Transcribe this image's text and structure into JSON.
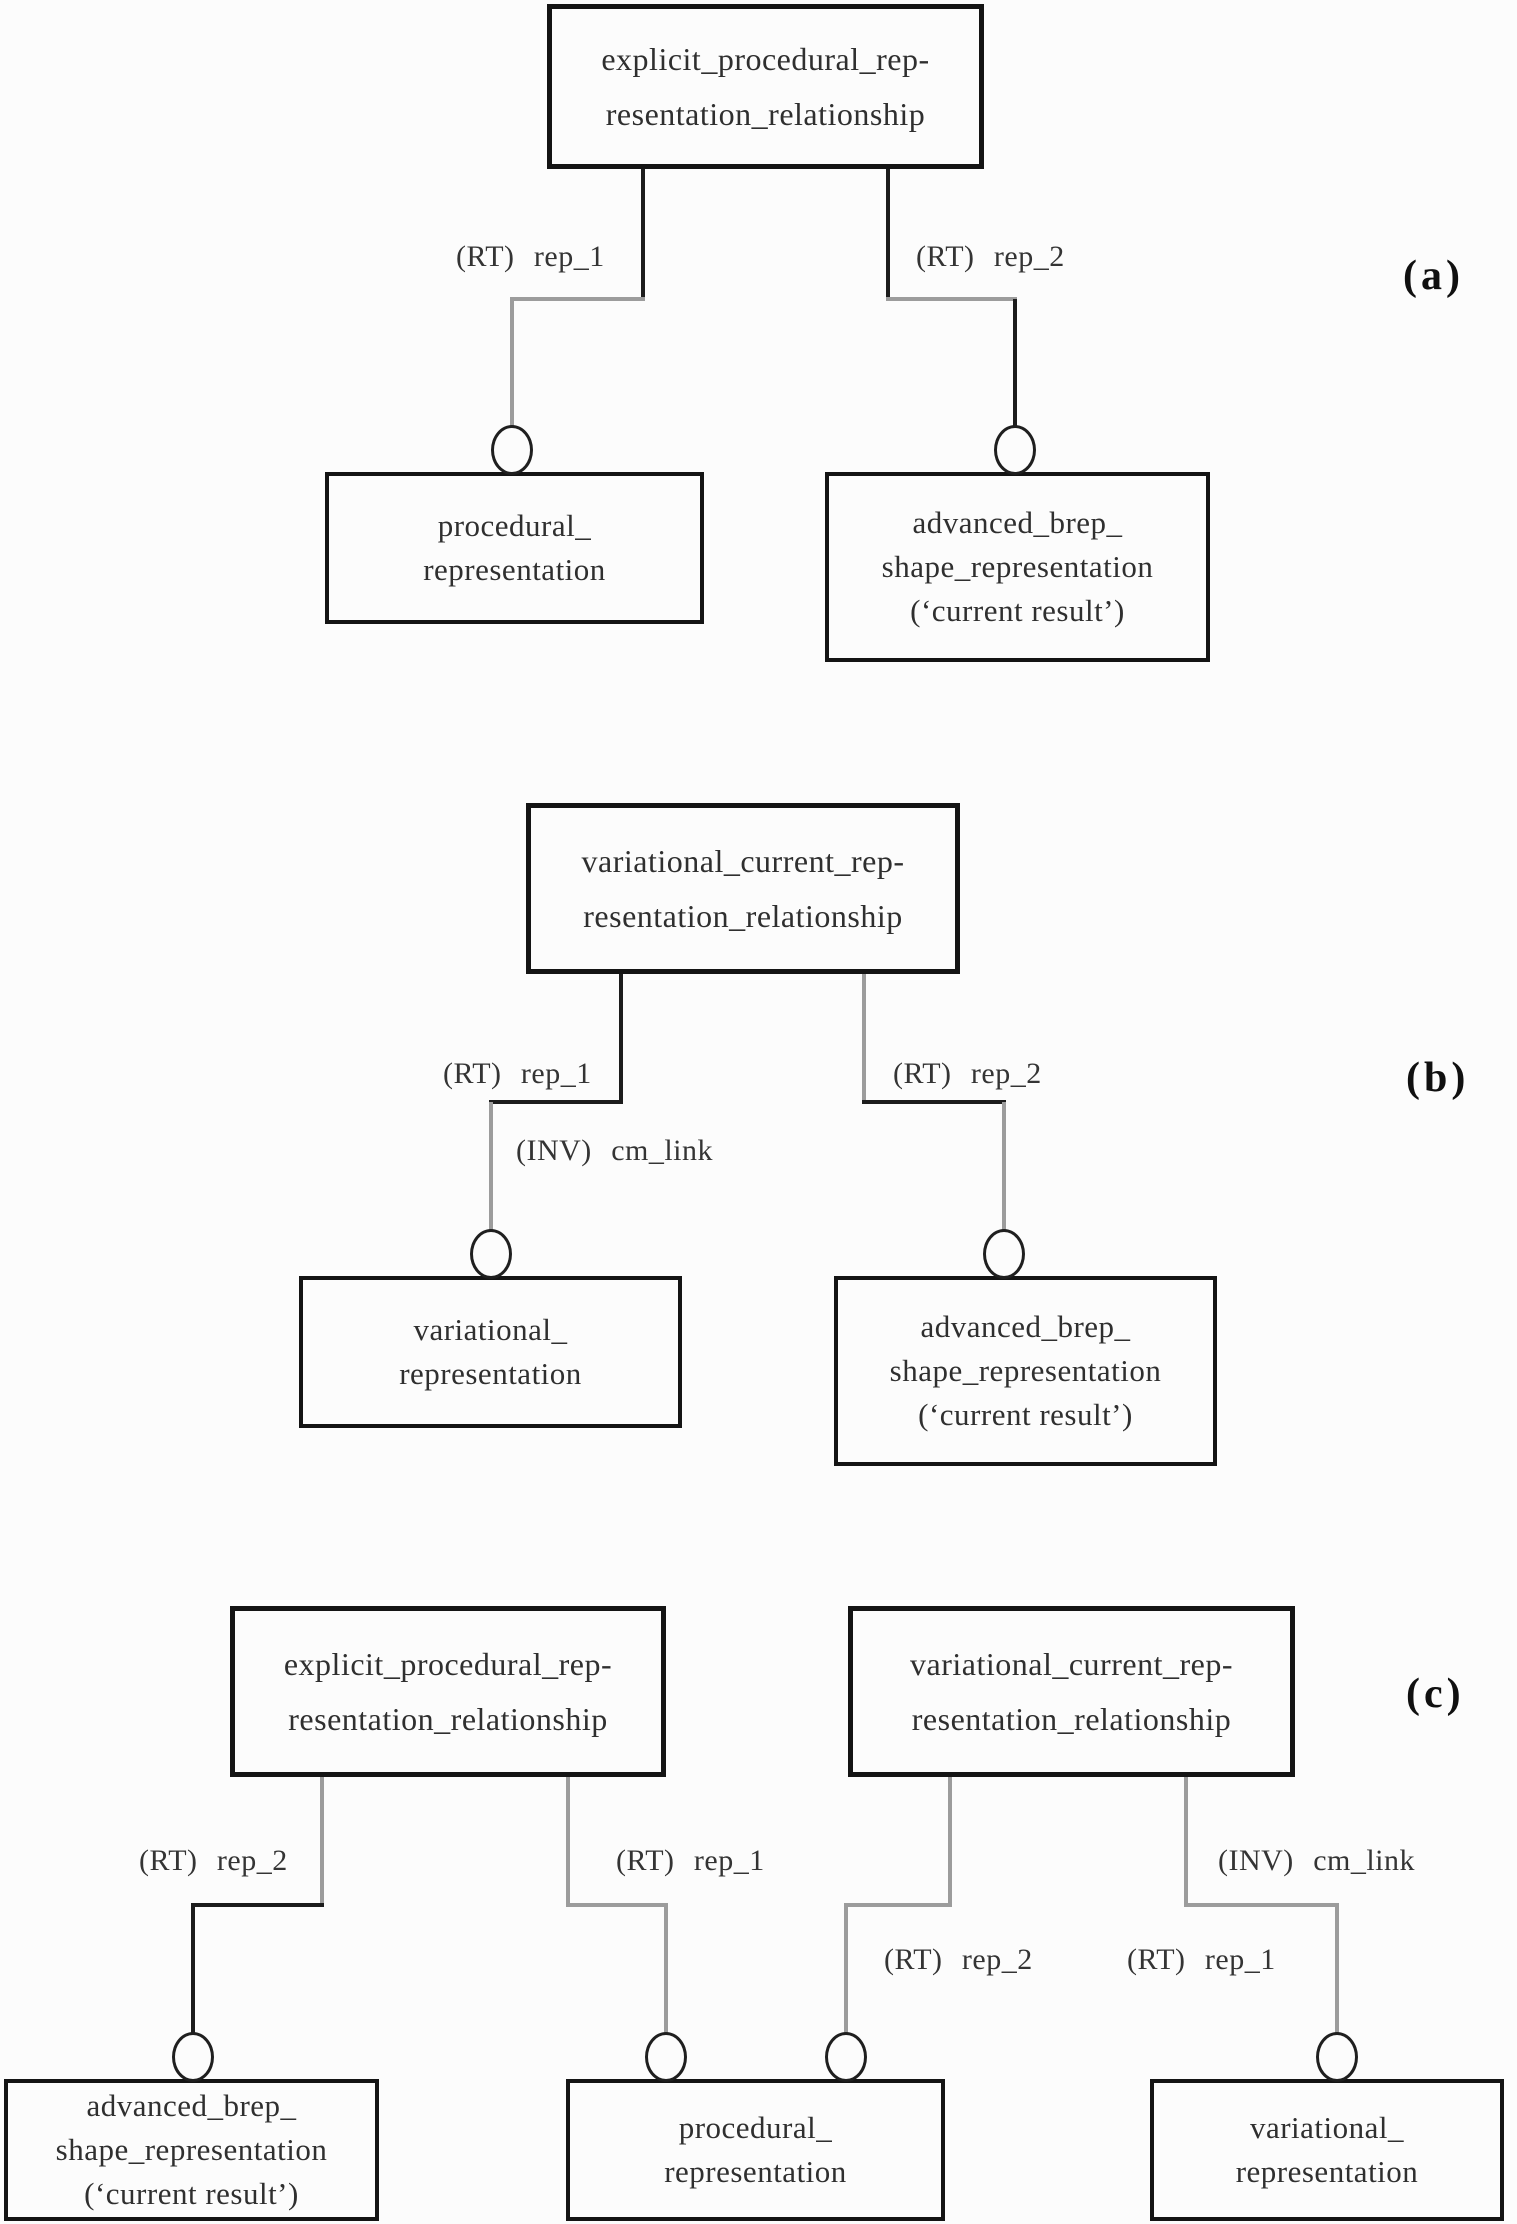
{
  "colors": {
    "line_black": "#1c1c1c",
    "line_gray": "#9c9c9c",
    "box_border": "#141414",
    "background": "#fcfcfc"
  },
  "panels": {
    "a": {
      "tag": "(a)",
      "boxes": {
        "relationship": {
          "lines": [
            "explicit_procedural_rep-",
            "resentation_relationship"
          ]
        },
        "left": {
          "lines": [
            "procedural_",
            "representation"
          ]
        },
        "right": {
          "lines": [
            "advanced_brep_",
            "shape_representation",
            "(‘current result’)"
          ]
        }
      },
      "edge_labels": {
        "rep1": "(RT) rep_1",
        "rep2": "(RT) rep_2"
      }
    },
    "b": {
      "tag": "(b)",
      "boxes": {
        "relationship": {
          "lines": [
            "variational_current_rep-",
            "resentation_relationship"
          ]
        },
        "left": {
          "lines": [
            "variational_",
            "representation"
          ]
        },
        "right": {
          "lines": [
            "advanced_brep_",
            "shape_representation",
            "(‘current result’)"
          ]
        }
      },
      "edge_labels": {
        "rep1": "(RT) rep_1",
        "inv": "(INV) cm_link",
        "rep2": "(RT) rep_2"
      }
    },
    "c": {
      "tag": "(c)",
      "boxes": {
        "explicit": {
          "lines": [
            "explicit_procedural_rep-",
            "resentation_relationship"
          ]
        },
        "variational": {
          "lines": [
            "variational_current_rep-",
            "resentation_relationship"
          ]
        },
        "advanced": {
          "lines": [
            "advanced_brep_",
            "shape_representation",
            "(‘current result’)"
          ]
        },
        "procedural": {
          "lines": [
            "procedural_",
            "representation"
          ]
        },
        "variational_rep": {
          "lines": [
            "variational_",
            "representation"
          ]
        }
      },
      "edge_labels": {
        "explicit_rep2": "(RT) rep_2",
        "explicit_rep1": "(RT) rep_1",
        "variational_rep2": "(RT) rep_2",
        "variational_rep1": "(RT) rep_1",
        "inv": "(INV) cm_link"
      }
    }
  }
}
